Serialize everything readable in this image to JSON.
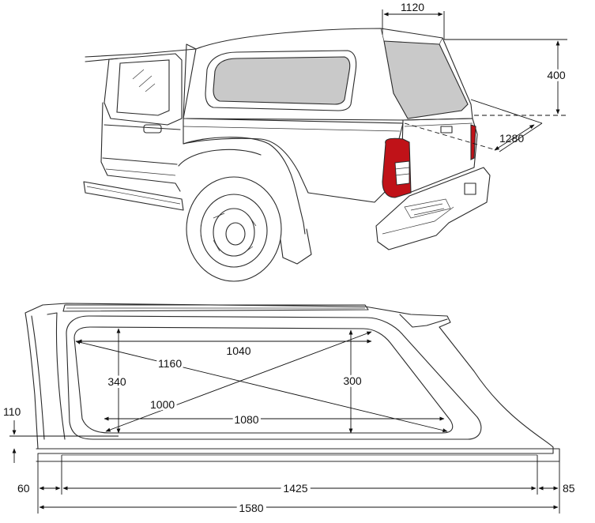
{
  "diagram": {
    "colors": {
      "line": "#2a2a2a",
      "glass": "#c9c9c9",
      "taillight": "#c01218",
      "background": "#ffffff"
    },
    "top_view_dimensions": {
      "rear_window_width": "1120",
      "rear_height": "400",
      "rear_window_diagonal": "1280"
    },
    "side_view_dimensions": {
      "window_top_width": "1040",
      "window_diagonal_long": "1160",
      "window_front_height": "340",
      "window_rear_height": "300",
      "window_diagonal_short": "1000",
      "window_bottom_width": "1080",
      "base_offset": "110",
      "front_overhang": "60",
      "base_length": "1425",
      "rear_overhang": "85",
      "total_length": "1580"
    }
  }
}
